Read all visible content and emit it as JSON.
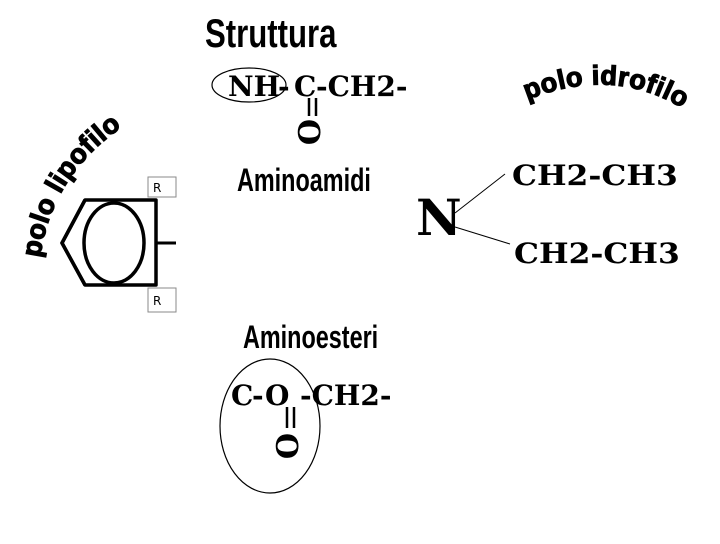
{
  "title": "Struttura",
  "arc_labels": {
    "lipophilic": "polo lipofilo",
    "hydrophilic": "polo idrofilo"
  },
  "amide": {
    "class_name": "Aminoamidi",
    "nh": "NH",
    "dash1": "-",
    "carbon": "C",
    "tail": "-CH2-",
    "oxygen": "O"
  },
  "ester": {
    "class_name": "Aminoesteri",
    "carbon": "C",
    "dash1": "-",
    "o_link": "O",
    "tail": "-CH2-",
    "oxygen": "O"
  },
  "amine": {
    "nitrogen": "N",
    "chain_top": "CH2-CH3",
    "chain_bottom": "CH2-CH3"
  },
  "ring": {
    "substituent_top": "R",
    "substituent_bottom": "R"
  },
  "colors": {
    "ink": "#000000",
    "background": "#ffffff",
    "label_box_border": "#8a8a8a"
  }
}
